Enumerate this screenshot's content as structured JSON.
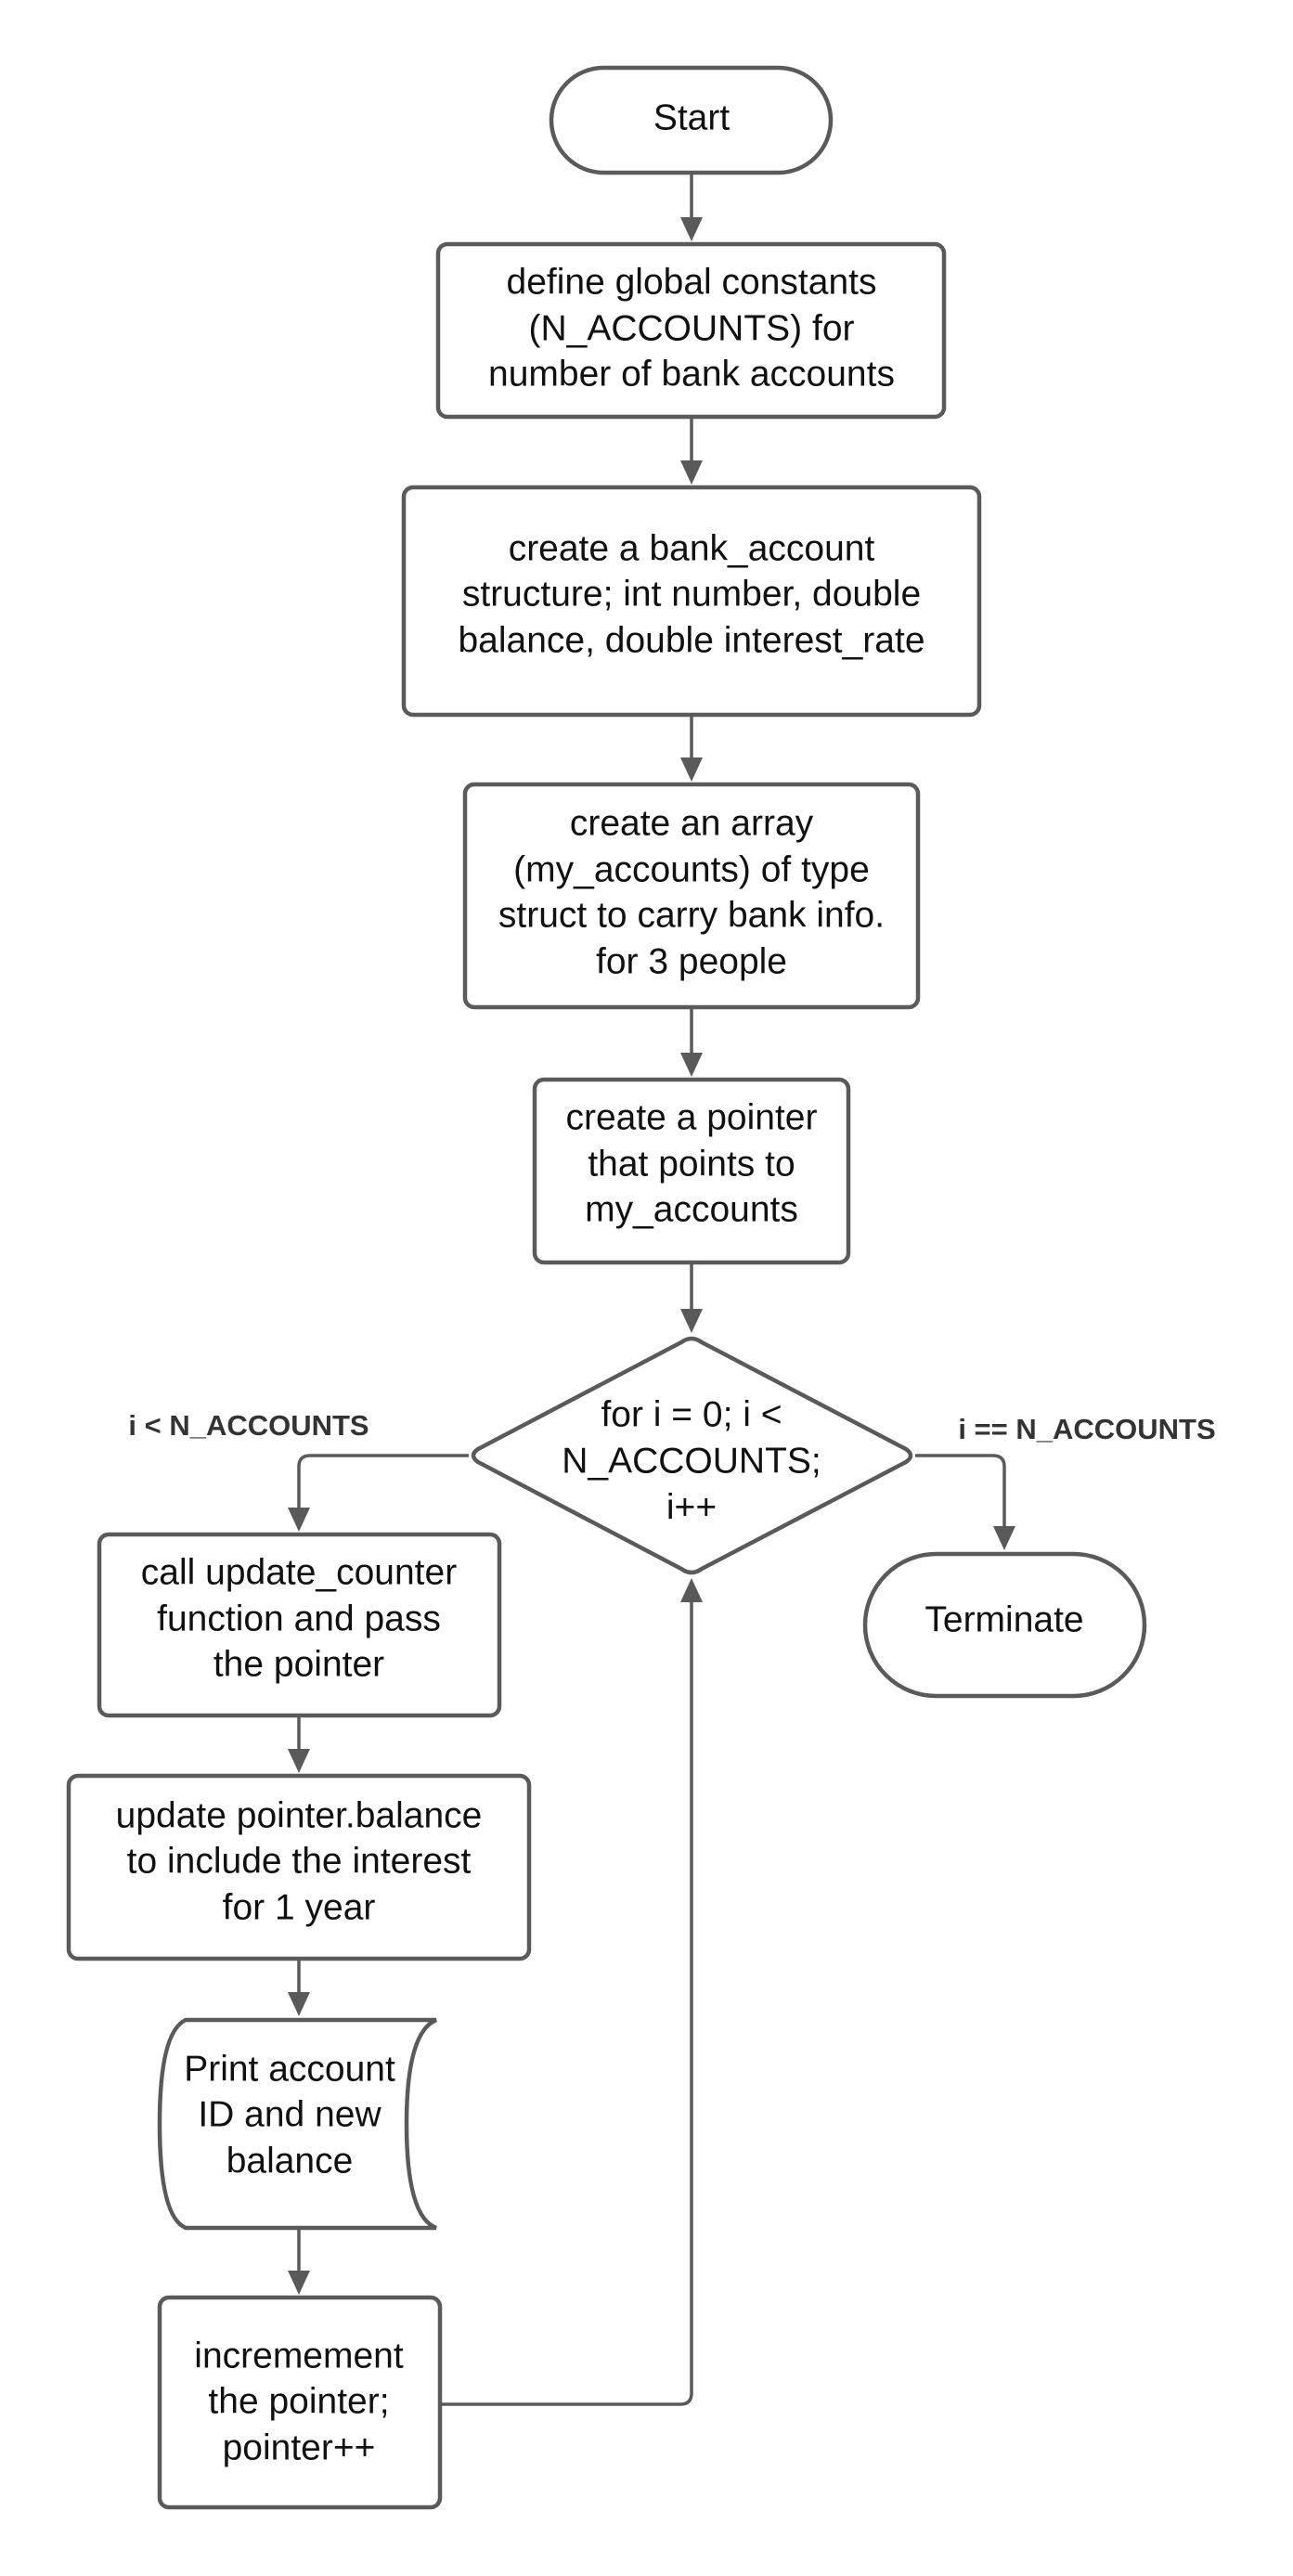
{
  "nodes": {
    "start": {
      "text": "Start"
    },
    "define_constants": {
      "lines": [
        "define global constants",
        "(N_ACCOUNTS) for",
        "number of bank accounts"
      ]
    },
    "create_struct": {
      "lines": [
        "create a bank_account",
        "structure; int number, double",
        "balance, double interest_rate"
      ]
    },
    "create_array": {
      "lines": [
        "create an array",
        "(my_accounts) of type",
        "struct to carry bank info.",
        "for 3 people"
      ]
    },
    "create_pointer": {
      "lines": [
        "create a pointer",
        "that points to",
        "my_accounts"
      ]
    },
    "loop_decision": {
      "lines": [
        "for i = 0; i <",
        "N_ACCOUNTS;",
        "i++"
      ]
    },
    "terminate": {
      "text": "Terminate"
    },
    "call_update": {
      "lines": [
        "call update_counter",
        "function and pass",
        "the pointer"
      ]
    },
    "update_balance": {
      "lines": [
        "update pointer.balance",
        "to include the interest",
        "for 1 year"
      ]
    },
    "print_output": {
      "lines": [
        "Print account",
        "ID and new",
        "balance"
      ]
    },
    "increment_pointer": {
      "lines": [
        "incremement",
        "the pointer;",
        "pointer++"
      ]
    }
  },
  "edges": {
    "loop_true_label": "i < N_ACCOUNTS",
    "loop_false_label": "i == N_ACCOUNTS"
  }
}
